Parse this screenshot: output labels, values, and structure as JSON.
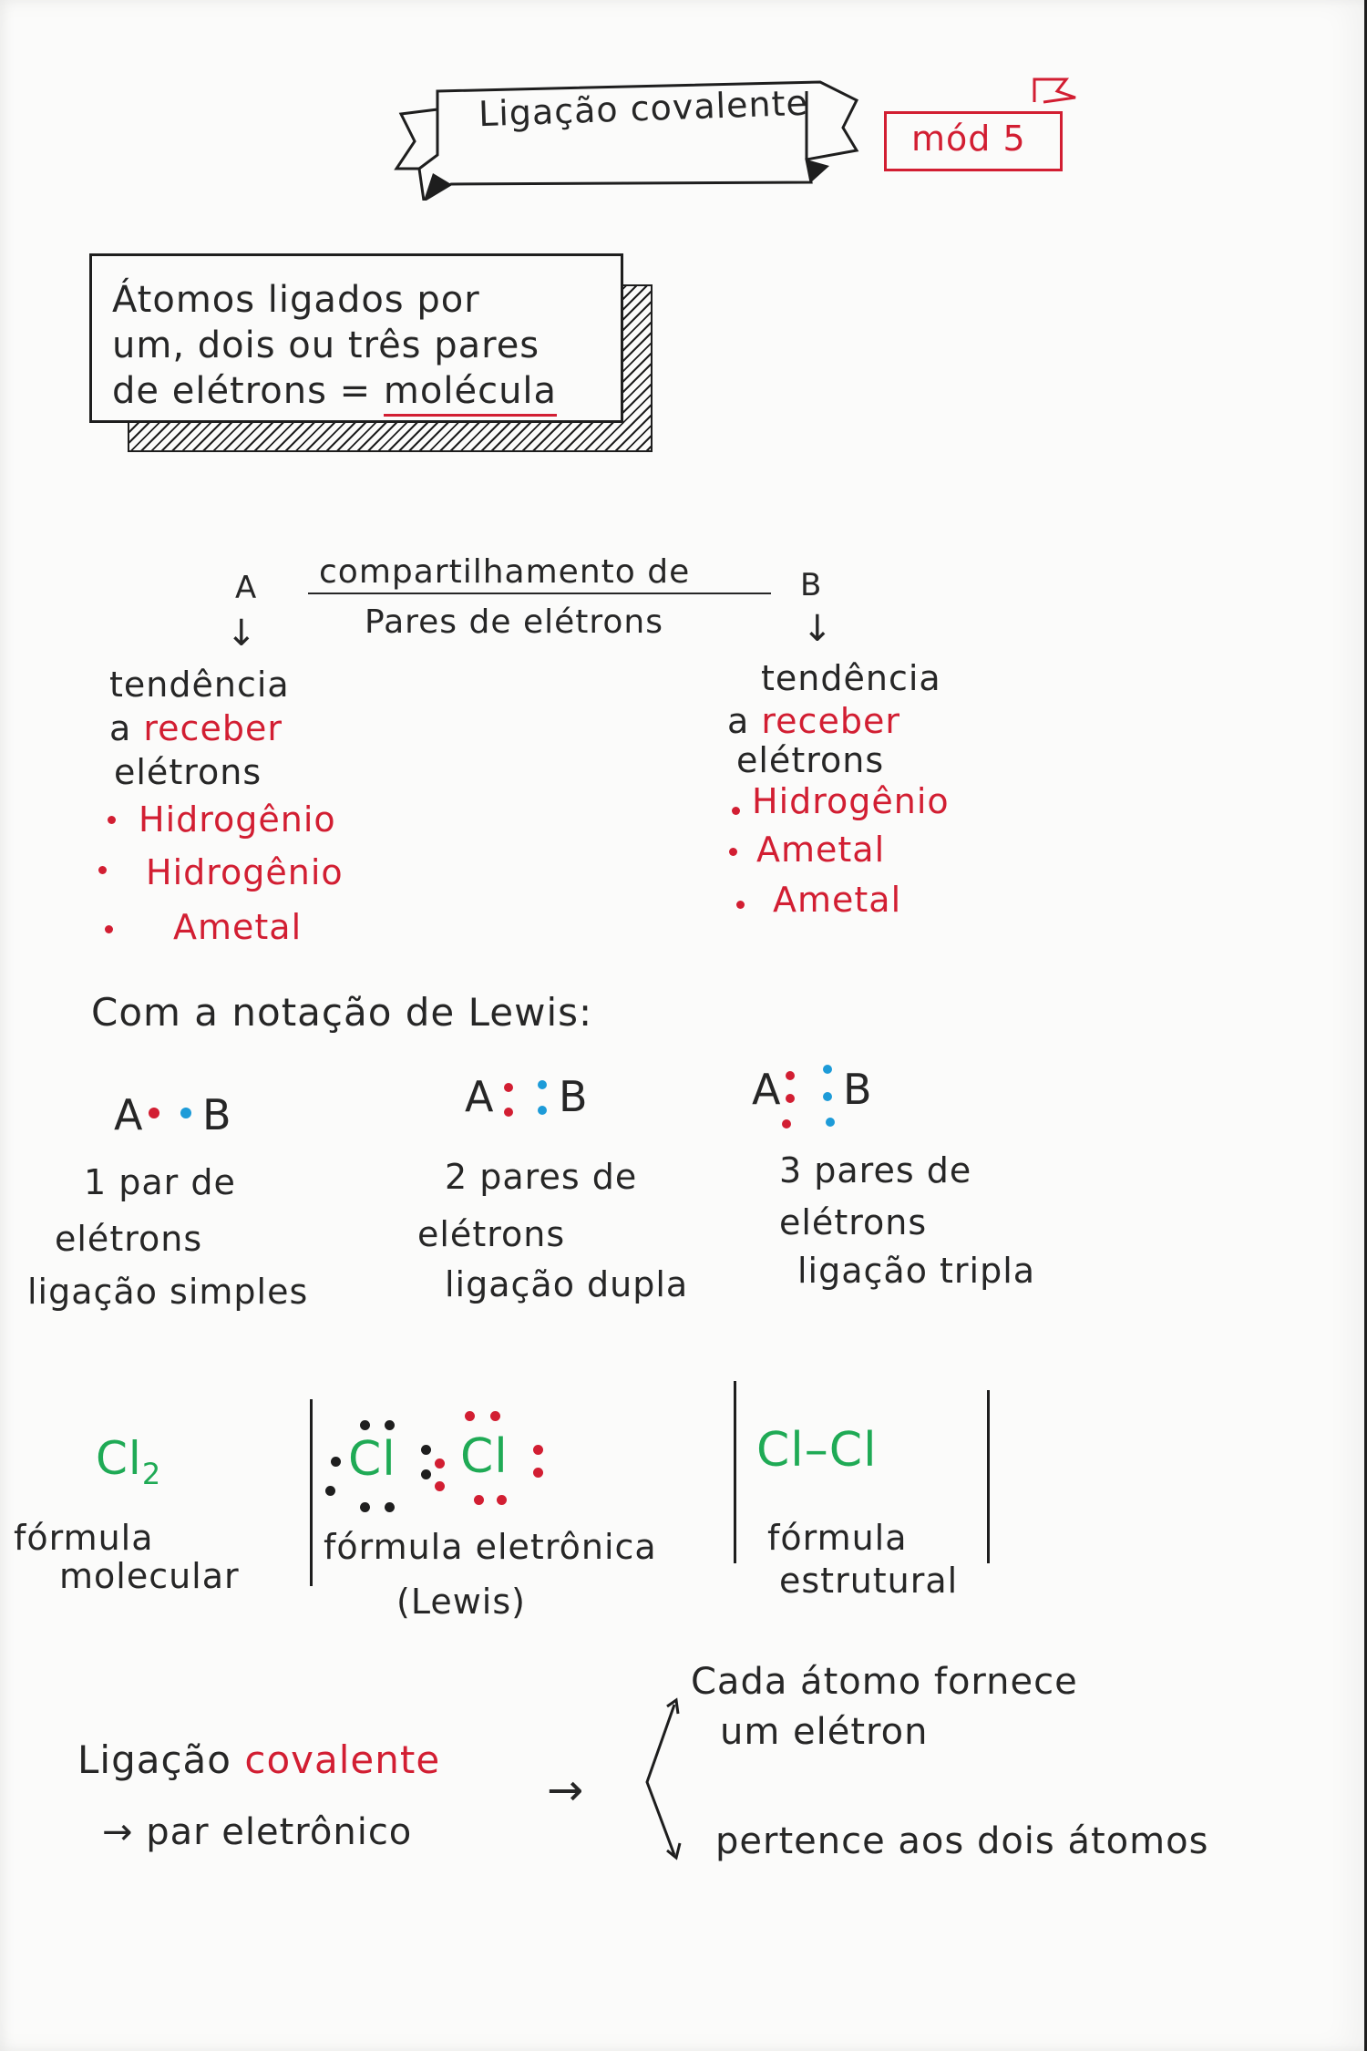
{
  "header": {
    "title": "Ligação covalente",
    "module_tag": "mód 5"
  },
  "definition_box": {
    "line1": "Átomos ligados por",
    "line2": "um, dois ou três pares",
    "line3_prefix": "de elétrons =",
    "line3_emphasis": "molécula"
  },
  "sharing": {
    "left_label": "A",
    "right_label": "B",
    "line1": "compartilhamento de",
    "line2": "Pares de elétrons",
    "arrow": "↓"
  },
  "tendency_left": {
    "line1": "tendência",
    "line2_prefix": "a",
    "line2_emphasis": "receber",
    "line3": "elétrons",
    "items": [
      "Hidrogênio",
      "Hidrogênio",
      "Ametal"
    ]
  },
  "tendency_right": {
    "line1": "tendência",
    "line2_prefix": "a",
    "line2_emphasis": "receber",
    "line3": "elétrons",
    "items": [
      "Hidrogênio",
      "Ametal",
      "Ametal"
    ]
  },
  "lewis": {
    "heading": "Com a notação de Lewis:",
    "atom_a": "A",
    "atom_b": "B",
    "single": {
      "line1": "1 par de",
      "line2": "elétrons",
      "line3": "ligação simples"
    },
    "double": {
      "line1": "2 pares de",
      "line2": "elétrons",
      "line3": "ligação dupla"
    },
    "triple": {
      "line1": "3 pares de",
      "line2": "elétrons",
      "line3": "ligação tripla"
    }
  },
  "formulas": {
    "molecular": {
      "symbol": "Cl",
      "subscript": "2",
      "label1": "fórmula",
      "label2": "molecular"
    },
    "electronic": {
      "atom": "Cl",
      "label1": "fórmula eletrônica",
      "label2": "(Lewis)"
    },
    "structural": {
      "symbol": "Cl–Cl",
      "label1": "fórmula",
      "label2": "estrutural"
    }
  },
  "summary": {
    "line1_prefix": "Ligação",
    "line1_emphasis": "covalente",
    "line2": "→ par eletrônico",
    "arrow": "→",
    "branch1_line1": "Cada átomo fornece",
    "branch1_line2": "um elétron",
    "branch2": "pertence aos dois átomos"
  },
  "colors": {
    "ink": "#262626",
    "red": "#d21e32",
    "blue": "#1d9bd8",
    "green": "#1faa55"
  }
}
